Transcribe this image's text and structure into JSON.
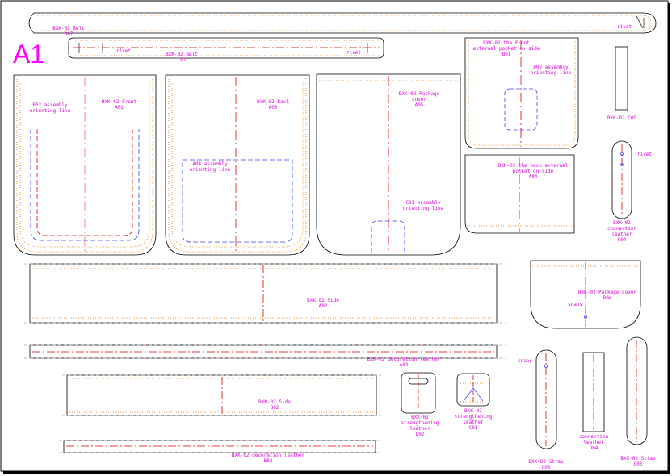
{
  "sheet": {
    "title": "A1"
  },
  "colors": {
    "outline": "#000000",
    "stitch": "#e07000",
    "center": "#e00000",
    "assembly": "#4040ff",
    "label": "#e000e0"
  },
  "pieces": {
    "belt_d07": {
      "name": "BXK-02 Belt",
      "code": "D07",
      "note": "rivet"
    },
    "belt_c07": {
      "name": "BXK-02 Belt",
      "code": "C07",
      "note": "rivet",
      "note2": "rivet"
    },
    "front_a01": {
      "name": "BXK-02 Front",
      "code": "A01",
      "note": "B02 assembly orienting line"
    },
    "back_a03": {
      "name": "BXK-02 Back",
      "code": "A03",
      "note": "A04 assembly orienting line"
    },
    "package_a05": {
      "name": "BXK-02 Package cover",
      "code": "A05",
      "note": "C01 assembly orienting line"
    },
    "frontpocket_b01": {
      "name": "BXK-02 the Front external pocket on side",
      "code": "B01",
      "note": "D02 assembly orienting line"
    },
    "c09": {
      "name": "BXK-02 C09"
    },
    "backpocket_a04": {
      "name": "BXK-02 the back external pocket on side",
      "code": "A04"
    },
    "conn_c04": {
      "name": "BXK-02 connection leather",
      "code": "C04",
      "note": "rivet"
    },
    "side_a02": {
      "name": "BXK-02 Side",
      "code": "A02"
    },
    "package_b04": {
      "name": "BXK-02 Package cover",
      "code": "B04",
      "note": "snaps"
    },
    "deco_a04": {
      "name": "BXK-02 decoration leather",
      "code": "A04"
    },
    "side_b02": {
      "name": "BXK-02 Side",
      "code": "B02"
    },
    "strength_d02": {
      "name": "BXK-02 strengthening leather",
      "code": "D02"
    },
    "strength_c01": {
      "name": "BXK-02 strengthening leather",
      "code": "C01"
    },
    "deco_b03": {
      "name": "BXK-02 decoration leather",
      "code": "B03"
    },
    "strap_c05": {
      "name": "BXK-02 Strap",
      "code": "C05",
      "note": "snaps"
    },
    "conn_d04": {
      "name": "connection leather",
      "code": "D04"
    },
    "strap_c03": {
      "name": "BXK-02 Strap",
      "code": "C03"
    }
  }
}
